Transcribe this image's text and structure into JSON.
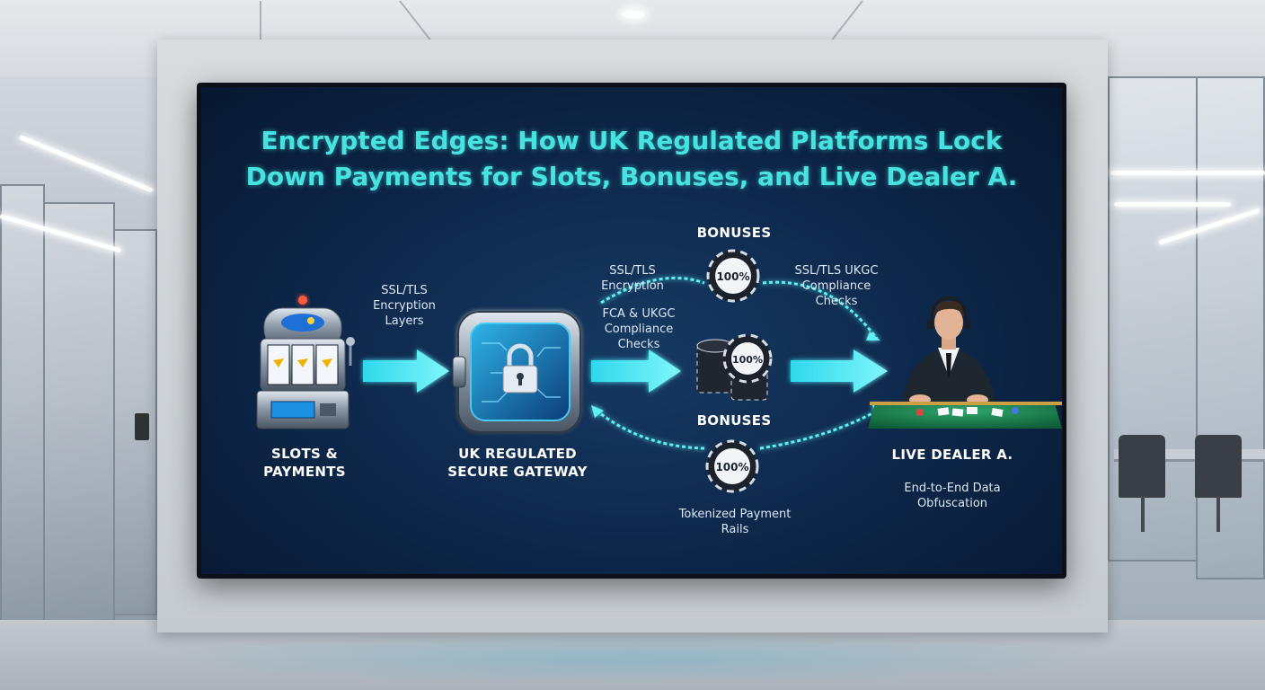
{
  "slide": {
    "title_line1": "Encrypted Edges: How UK Regulated Platforms Lock",
    "title_line2": "Down Payments for Slots, Bonuses, and Live Dealer A.",
    "nodes": {
      "slots": "SLOTS & PAYMENTS",
      "gateway": "UK REGULATED SECURE GATEWAY",
      "bonuses_top": "BONUSES",
      "bonuses_bottom": "BONUSES",
      "live_dealer": "LIVE DEALER A."
    },
    "chip_label": "100%",
    "annotations": {
      "ssl_left": "SSL/TLS Encryption Layers",
      "ssl_mid": "SSL/TLS Encryption",
      "fca_checks": "FCA & UKGC Compliance Checks",
      "ssl_right": "SSL/TLS UKGC Compliance Checks",
      "tokenized": "Tokenized Payment Rails",
      "end_to_end": "End-to-End Data Obfuscation"
    },
    "colors": {
      "title": "#47e3e0",
      "arrow": "#5ef0f5",
      "background": "#0d2648"
    }
  }
}
